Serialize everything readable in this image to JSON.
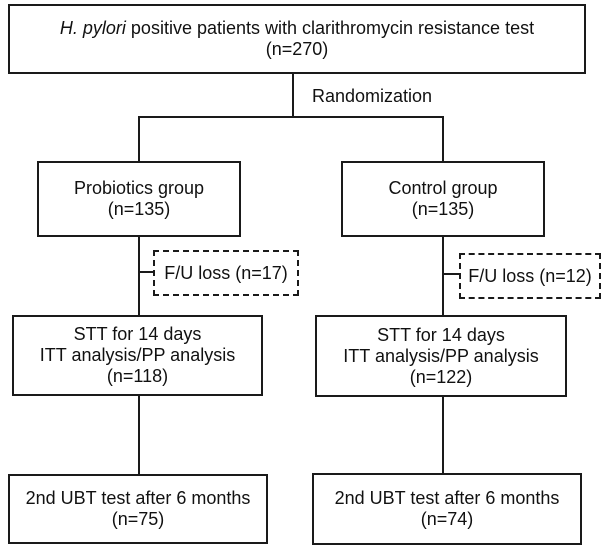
{
  "diagram": {
    "top_box": {
      "italic_prefix": "H. pylori",
      "title_rest": " positive patients with clarithromycin resistance test",
      "count": "(n=270)"
    },
    "randomization_label": "Randomization",
    "left": {
      "group": {
        "name": "Probiotics group",
        "count": "(n=135)"
      },
      "fu_loss": "F/U loss (n=17)",
      "stt": {
        "line1": "STT for 14 days",
        "line2": "ITT analysis/PP analysis",
        "count": "(n=118)"
      },
      "ubt": {
        "line1": "2nd UBT test after 6 months",
        "count": "(n=75)"
      }
    },
    "right": {
      "group": {
        "name": "Control group",
        "count": "(n=135)"
      },
      "fu_loss": "F/U loss (n=12)",
      "stt": {
        "line1": "STT for 14 days",
        "line2": "ITT analysis/PP analysis",
        "count": "(n=122)"
      },
      "ubt": {
        "line1": "2nd UBT test after 6 months",
        "count": "(n=74)"
      }
    },
    "colors": {
      "line": "#1a1a1a",
      "background": "#ffffff",
      "text": "#111111"
    }
  }
}
